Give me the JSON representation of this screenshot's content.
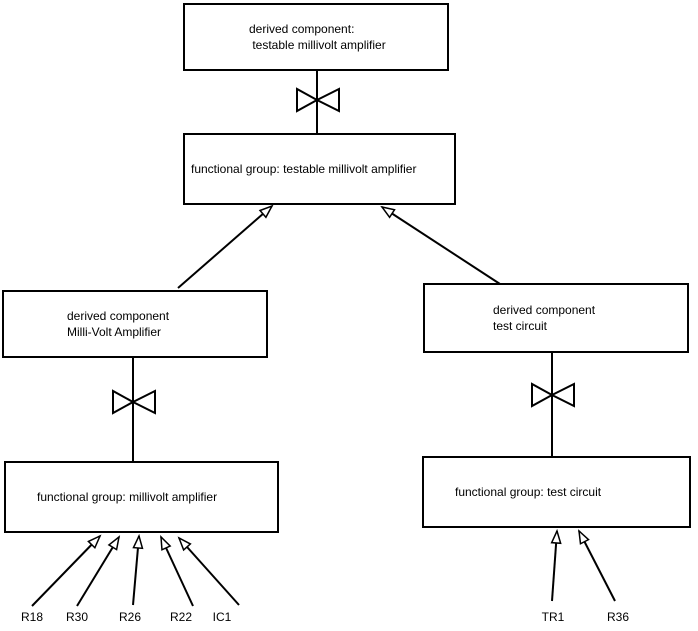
{
  "diagram": {
    "nodes": [
      {
        "name": "derived-component-testable-millivolt-amplifier",
        "text": "derived component:\n testable millivolt amplifier"
      },
      {
        "name": "functional-group-testable-millivolt-amplifier",
        "text": "functional group: testable millivolt amplifier"
      },
      {
        "name": "derived-component-milli-volt-amplifier",
        "text": "derived component\nMilli-Volt Amplifier"
      },
      {
        "name": "derived-component-test-circuit",
        "text": "derived component\ntest circuit"
      },
      {
        "name": "functional-group-millivolt-amplifier",
        "text": "functional group: millivolt amplifier"
      },
      {
        "name": "functional-group-test-circuit",
        "text": "functional group: test circuit"
      }
    ],
    "components": [
      {
        "label": "R18"
      },
      {
        "label": "R30"
      },
      {
        "label": "R26"
      },
      {
        "label": "R22"
      },
      {
        "label": "IC1"
      },
      {
        "label": "TR1"
      },
      {
        "label": "R36"
      }
    ],
    "icons": {
      "connector": "bowtie-icon"
    },
    "colors": {
      "line": "#000000",
      "background": "#ffffff"
    }
  }
}
